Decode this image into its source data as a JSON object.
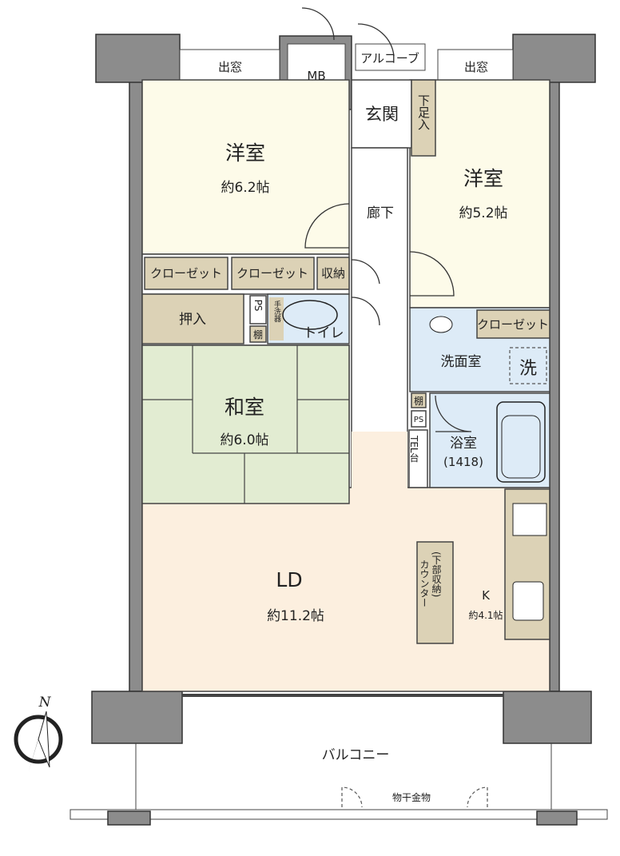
{
  "colors": {
    "western_room": "#fdfbe9",
    "japanese_room": "#e2ecd2",
    "living": "#fcefdf",
    "wet_area": "#ddebf7",
    "storage": "#dcd2b6",
    "wall": "#8c8c8c"
  },
  "rooms": {
    "bay_window_left": "出窓",
    "bay_window_right": "出窓",
    "mb": "MB",
    "alcove": "アルコーブ",
    "entrance": "玄関",
    "shoe_storage": "下足入",
    "western1": {
      "name": "洋室",
      "size": "約6.2帖"
    },
    "western2": {
      "name": "洋室",
      "size": "約5.2帖"
    },
    "hallway": "廊下",
    "closet1": "クローゼット",
    "closet2": "クローゼット",
    "storage": "収納",
    "oshiire": "押入",
    "ps1": "PS",
    "shelf1": "棚",
    "toilet": "トイレ",
    "toilet_cabinet": "手洗器",
    "closet3": "クローゼット",
    "washroom": "洗面室",
    "washer": "洗",
    "japanese": {
      "name": "和室",
      "size": "約6.0帖"
    },
    "shelf2": "棚",
    "ps2": "PS",
    "tel": "TEL台",
    "bath": {
      "name": "浴室",
      "size": "(1418)"
    },
    "counter": "カウンター",
    "counter_note": "(下部収納)",
    "kitchen": {
      "name": "K",
      "size": "約4.1帖"
    },
    "ld": {
      "name": "LD",
      "size": "約11.2帖"
    },
    "balcony": "バルコニー",
    "laundry_hanger": "物干金物"
  },
  "compass": {
    "label": "N",
    "icon": "north-arrow-icon"
  }
}
